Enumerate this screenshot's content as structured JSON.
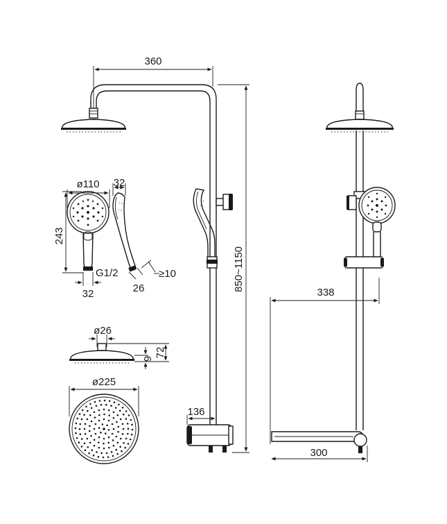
{
  "dimensions": {
    "top_width": "360",
    "handshower_diameter": "ø110",
    "handshower_depth": "32",
    "handshower_length": "243",
    "thread": "G1/2",
    "hose_diameter": "32",
    "hose_nut": "26",
    "hose_min": "≥10",
    "head_connector_diameter": "ø26",
    "head_thickness": "9",
    "head_height": "72",
    "head_diameter": "ø225",
    "total_height": "850~1150",
    "mixer_depth": "136",
    "side_projection": "338",
    "mixer_width": "300"
  }
}
